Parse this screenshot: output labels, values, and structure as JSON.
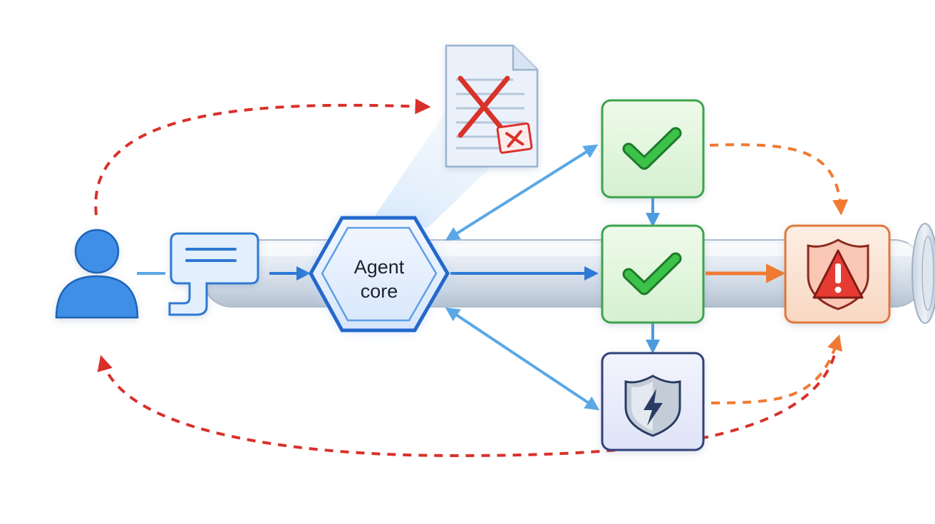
{
  "agent_core": {
    "line1": "Agent",
    "line2": "core"
  },
  "colors": {
    "user": "#3f8fe6",
    "core_border": "#2468cc",
    "core_fill": "#e4efff",
    "pipe": "#d4deea",
    "blue_arrow": "#5aa8e6",
    "flow_arrow": "#2c7ad6",
    "red_dashed": "#d9302a",
    "orange": "#f07a32",
    "check_box_border": "#3ea34b",
    "check_box_fill": "#e6f7e3",
    "check_mark": "#34b33e",
    "shield_box_border": "#33407a",
    "shield_box_fill": "#eaedfb",
    "alert_box_border": "#e0783a",
    "alert_box_fill": "#fbe3d4",
    "alert_red": "#e63a32",
    "rejected_doc_fill": "#eaf1fb",
    "rejected_x": "#d9302a"
  },
  "icons": {
    "user": "user-icon",
    "message": "message-bubble-icon",
    "core": "hexagon-core",
    "rejected_doc": "rejected-document-icon",
    "approved_top": "check-icon",
    "approved_mid": "check-icon",
    "guard": "shield-lightning-icon",
    "alert": "warning-shield-icon"
  }
}
